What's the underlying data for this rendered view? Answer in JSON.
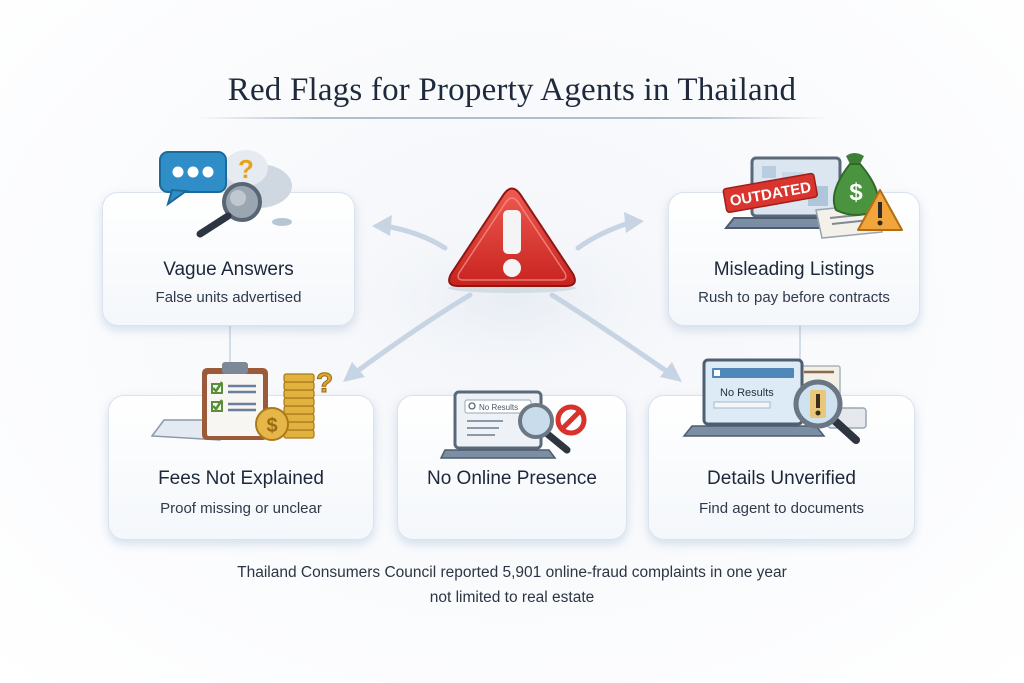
{
  "title": "Red Flags for Property Agents in Thailand",
  "center_icon": "warning-triangle-icon",
  "colors": {
    "warning_red": "#d7322c",
    "arrow": "#c5d3e2",
    "card_border": "#d9e2ee",
    "title_text": "#1e2a3b"
  },
  "cards": [
    {
      "id": "vague-answers",
      "heading": "Vague Answers",
      "sub": "False units advertised",
      "icon": "chat-bubble-magnifier-icon"
    },
    {
      "id": "misleading-listings",
      "heading": "Misleading Listings",
      "sub": "Rush to pay before contracts",
      "icon": "outdated-laptop-money-bag-icon",
      "badge": "OUTDATED"
    },
    {
      "id": "fees-not-explained",
      "heading": "Fees Not Explained",
      "sub": "Proof missing or unclear",
      "icon": "clipboard-coins-icon"
    },
    {
      "id": "no-online-presence",
      "heading": "No Online Presence",
      "sub": "",
      "icon": "laptop-search-no-results-icon",
      "search_text": "No Results"
    },
    {
      "id": "details-unverified",
      "heading": "Details Unverified",
      "sub": "Find agent to documents",
      "icon": "laptop-magnifier-warning-icon",
      "screen_text": "No Results"
    }
  ],
  "footnote": {
    "line1": "Thailand Consumers Council reported 5,901 online-fraud complaints in one year",
    "line2": "not limited to real estate"
  }
}
